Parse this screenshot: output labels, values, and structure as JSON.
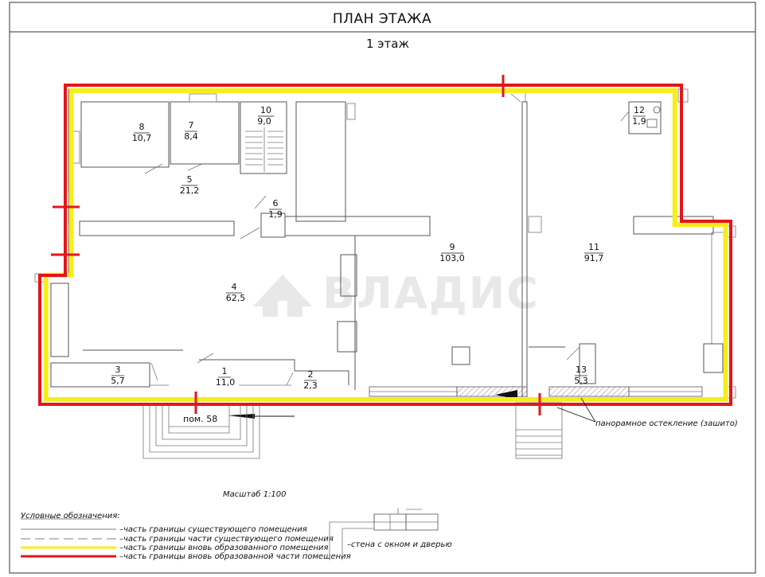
{
  "header": {
    "title": "ПЛАН ЭТАЖА",
    "floor": "1 этаж"
  },
  "watermark": {
    "text": "ВЛАДИС"
  },
  "rooms": [
    {
      "num": "1",
      "area": "11,0"
    },
    {
      "num": "2",
      "area": "2,3"
    },
    {
      "num": "3",
      "area": "5,7"
    },
    {
      "num": "4",
      "area": "62,5"
    },
    {
      "num": "5",
      "area": "21,2"
    },
    {
      "num": "6",
      "area": "1,9"
    },
    {
      "num": "7",
      "area": "8,4"
    },
    {
      "num": "8",
      "area": "10,7"
    },
    {
      "num": "9",
      "area": "103,0"
    },
    {
      "num": "10",
      "area": "9,0"
    },
    {
      "num": "11",
      "area": "91,7"
    },
    {
      "num": "12",
      "area": "1,9"
    },
    {
      "num": "13",
      "area": "5,3"
    }
  ],
  "annotations": {
    "pom": "пом. 58",
    "glazing": "панорамное остекление (зашито)",
    "scale": "Масштаб 1:100"
  },
  "legend": {
    "title": "Условные обозначения:",
    "items": [
      "–часть границы существующего помещения",
      "–часть границы части существующего помещения",
      "–часть границы вновь образованного помещения",
      "–часть границы вновь образованной части помещения"
    ],
    "wall_window_door": "–стена с окном и дверью"
  },
  "colors": {
    "boundary_red": "#e3161b",
    "boundary_yellow": "#f5ee1a",
    "wall": "#555555",
    "watermark": "#e6e6e6"
  }
}
